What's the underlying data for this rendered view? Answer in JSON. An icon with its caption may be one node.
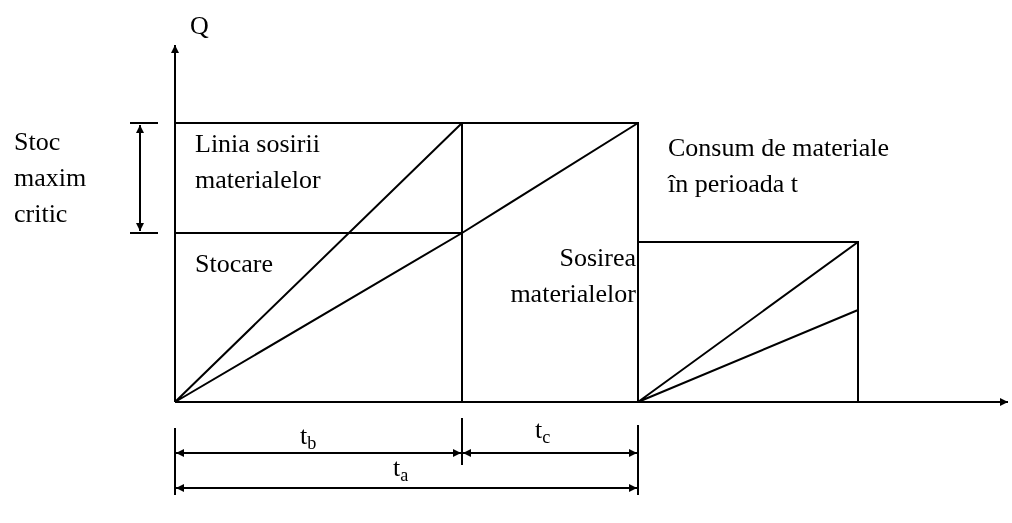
{
  "diagram": {
    "labels": [
      "Q",
      "Stoc maxim critic",
      "Linia sosirii materialelor",
      "Consum de materiale în perioada t",
      "Stocare",
      "Sosirea materialelor",
      "t$_{b}$",
      "t$_{c}$",
      "t$_{a}$"
    ]
  }
}
